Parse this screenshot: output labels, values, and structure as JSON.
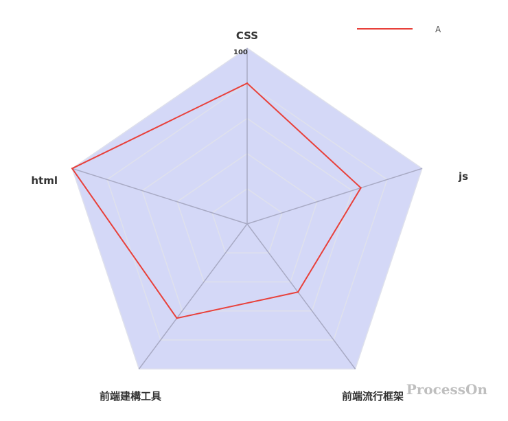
{
  "chart_data": {
    "type": "radar",
    "indicators": [
      "CSS",
      "js",
      "前端流行框架",
      "前端建構工具",
      "html"
    ],
    "max": 100,
    "tick_label": "100",
    "series": [
      {
        "name": "A",
        "values": [
          80,
          65,
          47,
          65,
          100
        ],
        "color": "#e8403a"
      }
    ],
    "area_color": "#d4d8f7",
    "axis_color": "#a8aac4",
    "split_line_color": "#dfe1ec",
    "legend_position": "top-right"
  },
  "watermark": "ProcessOn"
}
